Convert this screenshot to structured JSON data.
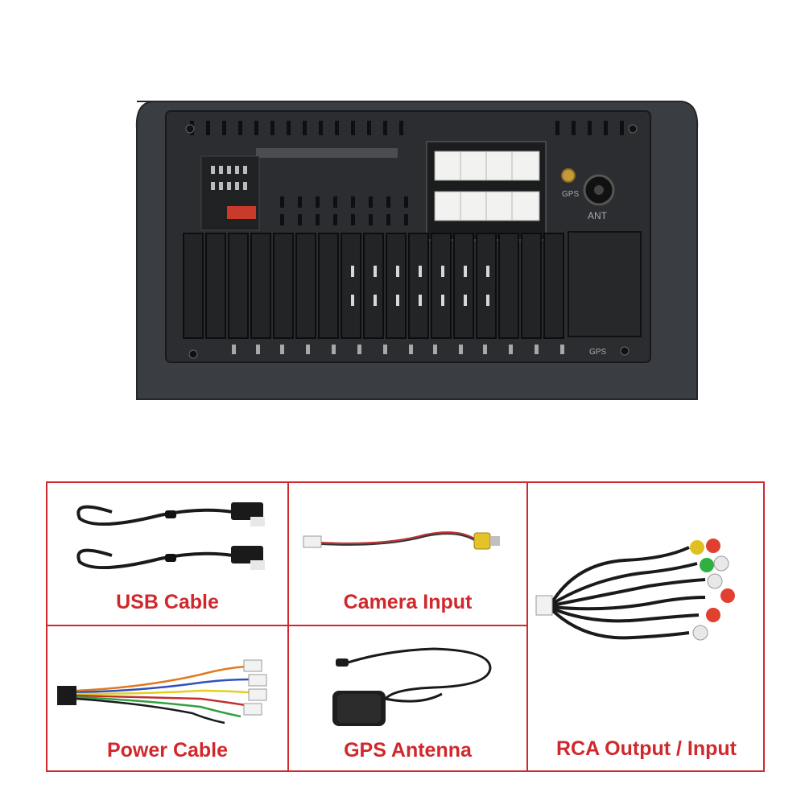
{
  "unit": {
    "label_gps": "GPS",
    "label_ant": "ANT",
    "label_gps_bottom": "GPS"
  },
  "accessories": [
    {
      "label": "USB Cable",
      "icon": "usb-cable-icon"
    },
    {
      "label": "Camera Input",
      "icon": "camera-input-cable-icon"
    },
    {
      "label": "RCA Output / Input",
      "icon": "rca-cable-icon"
    },
    {
      "label": "Power Cable",
      "icon": "power-harness-icon"
    },
    {
      "label": "GPS Antenna",
      "icon": "gps-antenna-icon"
    }
  ],
  "colors": {
    "accent": "#d0282c",
    "frame": "#3a3d40",
    "body": "#2a2c2e"
  }
}
